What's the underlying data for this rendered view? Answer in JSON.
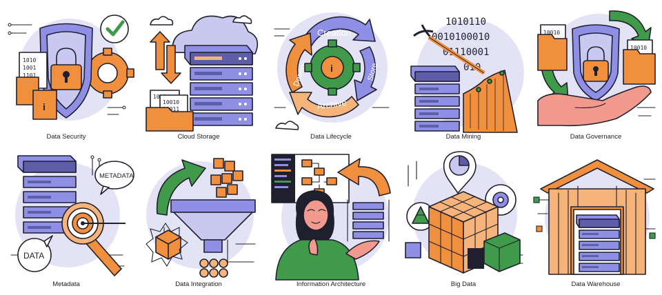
{
  "colors": {
    "purple": "#8f8fe6",
    "purple_light": "#c8c8f0",
    "purple_dark": "#5d5da8",
    "orange": "#f0903f",
    "orange_light": "#f6b37a",
    "green": "#3f9a4a",
    "green_light": "#8fc98f",
    "pink": "#f39a8f",
    "ink": "#1f1f2e",
    "bg_circle": "#e3e3f5"
  },
  "tiles": [
    {
      "caption": "Data Security",
      "icons": [
        "shield-icon",
        "padlock-icon",
        "gear-icon",
        "checkmark-icon",
        "document-icon"
      ],
      "doc_text": [
        "1010",
        "1001",
        "1101"
      ],
      "doc_info": "i"
    },
    {
      "caption": "Cloud Storage",
      "icons": [
        "cloud-icon",
        "server-icon",
        "arrow-up-icon",
        "arrow-down-icon",
        "folder-icon"
      ],
      "doc_text": [
        "10010",
        "10010",
        "10011"
      ]
    },
    {
      "caption": "Data Lifecycle",
      "icons": [
        "cycle-icon",
        "gear-icon"
      ],
      "cycle_labels": [
        "Creation",
        "Store",
        "Archive",
        "Destroy"
      ],
      "gear_info": "i"
    },
    {
      "caption": "Data Mining",
      "icons": [
        "pickaxe-icon",
        "server-icon",
        "mountain-icon"
      ],
      "binary": [
        "1010110",
        "0010100010",
        "01110001",
        "010"
      ]
    },
    {
      "caption": "Data Governance",
      "icons": [
        "shield-icon",
        "padlock-icon",
        "hand-icon",
        "folder-icon",
        "arrow-cycle-icon"
      ],
      "doc_text": [
        "10010",
        "10010"
      ]
    },
    {
      "caption": "Metadata",
      "icons": [
        "server-icon",
        "target-icon",
        "magnifier-icon",
        "speech-bubble-icon"
      ],
      "bubble_top": "METADATA",
      "bubble_bottom": "DATA"
    },
    {
      "caption": "Data Integration",
      "icons": [
        "funnel-icon",
        "cube-icon",
        "arrow-icon"
      ]
    },
    {
      "caption": "Information Architecture",
      "icons": [
        "person-icon",
        "dashboard-icon",
        "server-icon",
        "arrow-icon"
      ]
    },
    {
      "caption": "Big Data",
      "icons": [
        "cube-stack-icon",
        "pie-chart-pin-icon",
        "gear-icon",
        "pyramid-icon"
      ]
    },
    {
      "caption": "Data Warehouse",
      "icons": [
        "warehouse-icon",
        "server-icon"
      ]
    }
  ]
}
